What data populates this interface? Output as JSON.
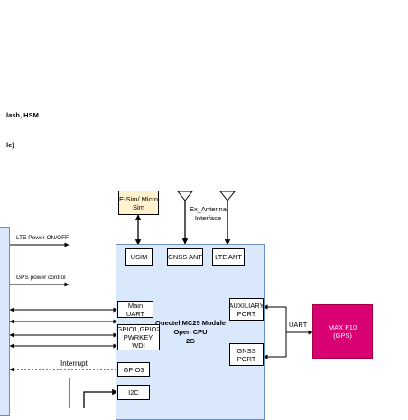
{
  "header": {
    "line1": "lash, HSM",
    "line2": "le)"
  },
  "esim": {
    "label_line1": "E-Sim/ Micro",
    "label_line2": "Sim"
  },
  "antenna": {
    "label_line1": "Ex_Antenna",
    "label_line2": "Interface"
  },
  "module": {
    "title_line1": "Quectel MC25 Module",
    "title_line2": "Open CPU",
    "title_line3": "2G",
    "ports": {
      "usim": "USIM",
      "gnss_ant": "GNSS ANT",
      "lte_ant": "LTE ANT",
      "main_uart": "Main UART",
      "gpio_line1": "GPIO1,GPIO2",
      "gpio_line2": "PWRKEY, WDI",
      "gpio3": "GPIO3",
      "i2c": "I2C",
      "aux_line1": "AUXILIARY",
      "aux_line2": "PORT",
      "gnss_port_line1": "GNSS",
      "gnss_port_line2": "PORT"
    }
  },
  "signals": {
    "lte_power": "LTE Power ON/OFF",
    "gps_power": "GPS power control",
    "interrupt": "Interrupt",
    "uart": "UART"
  },
  "gps": {
    "label_line1": "MAX F10",
    "label_line2": "(GPS)"
  },
  "colors": {
    "module_fill": "#dae8fc",
    "module_border": "#6c8ebf",
    "esim_fill": "#fff2cc",
    "gps_fill": "#d80073"
  }
}
